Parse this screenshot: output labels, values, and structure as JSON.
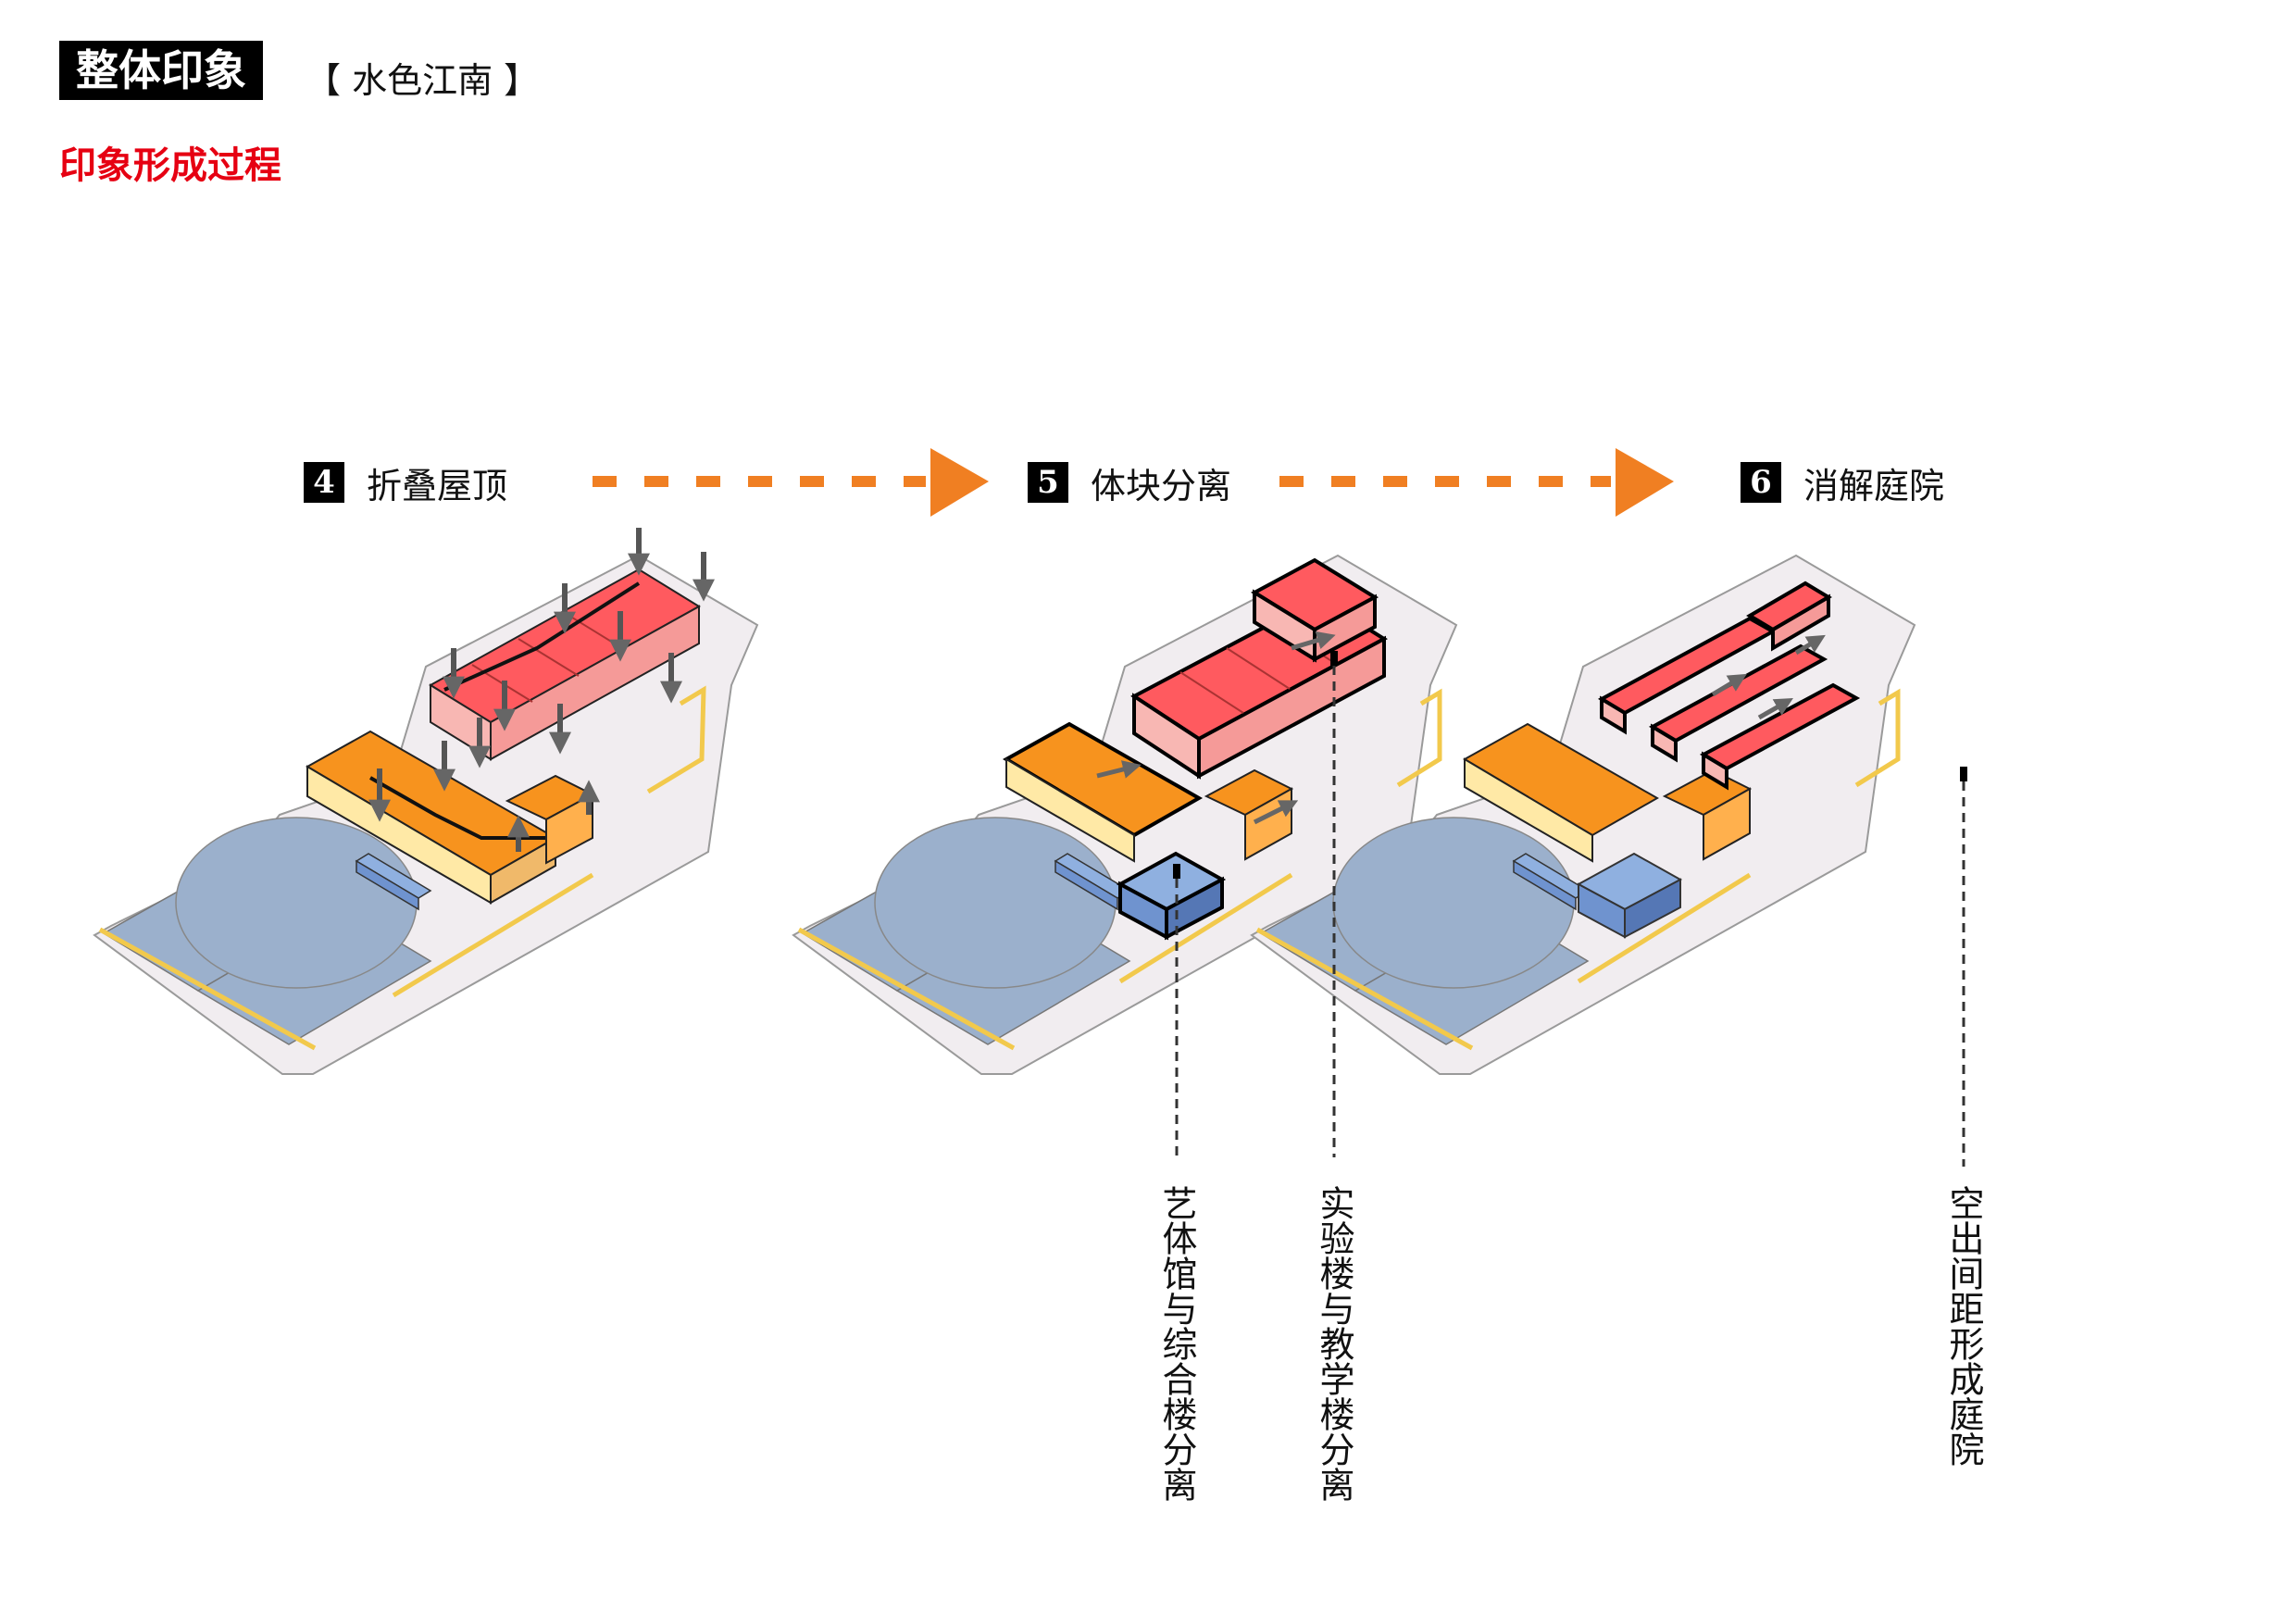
{
  "header": {
    "tag": "整体印象",
    "subtitle": "【 水色江南 】",
    "section_title": "印象形成过程"
  },
  "steps": [
    {
      "number": "4",
      "label": "折叠屋顶"
    },
    {
      "number": "5",
      "label": "体块分离"
    },
    {
      "number": "6",
      "label": "消解庭院"
    }
  ],
  "annotations": [
    {
      "text": "艺体馆与综合楼分离"
    },
    {
      "text": "实验楼与教学楼分离"
    },
    {
      "text": "空出间距形成庭院"
    }
  ],
  "colors": {
    "site": "#f1edf0",
    "field": "#9bb0cc",
    "orange": "#f7931e",
    "orange_side": "#ffe9a6",
    "red_top": "#ff5a5f",
    "red_side": "#f8b7b3",
    "blue_block": "#6f93cf",
    "path": "#f2c94c",
    "arrow": "#f07f22",
    "load_arrow": "#555555"
  }
}
